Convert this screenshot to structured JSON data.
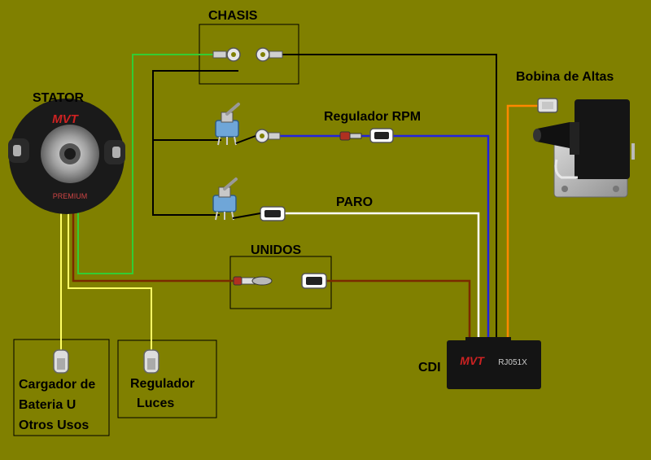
{
  "labels": {
    "chasis": "CHASIS",
    "stator": "STATOR",
    "bobina": "Bobina de Altas",
    "regulador_rpm": "Regulador RPM",
    "paro": "PARO",
    "unidos": "UNIDOS",
    "cdi": "CDI",
    "cargador_line1": "Cargador de",
    "cargador_line2": "Bateria U",
    "cargador_line3": "Otros Usos",
    "regulador_luces_line1": "Regulador",
    "regulador_luces_line2": "Luces"
  },
  "device_marks": {
    "stator_brand": "MVT",
    "stator_model": "PREMIUM",
    "cdi_brand": "MVT",
    "cdi_model": "RJ051X"
  },
  "colors": {
    "background": "#808000",
    "wire_green": "#33cc33",
    "wire_yellow": "#ffff66",
    "wire_brown": "#7a2a00",
    "wire_black": "#000000",
    "wire_blue": "#2222dd",
    "wire_white": "#ffffff",
    "wire_orange": "#ff8800"
  }
}
